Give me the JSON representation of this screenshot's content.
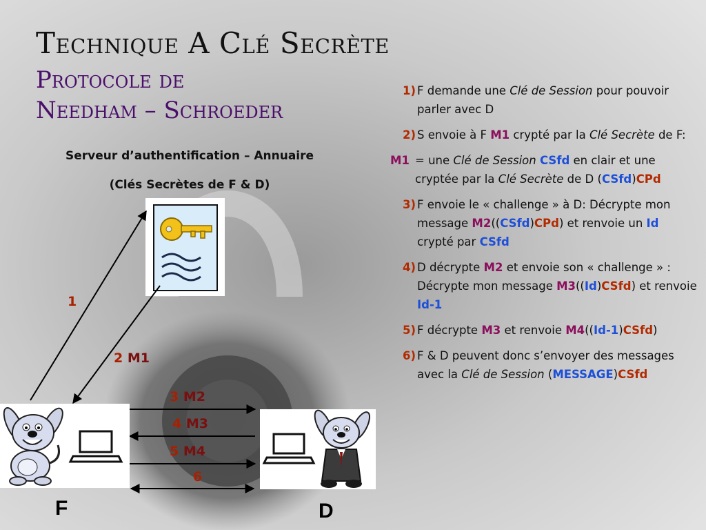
{
  "slide": {
    "title_line1": "Technique A Clé Secrète",
    "title_line2": "Protocole de",
    "title_line3": "Needham – Schroeder"
  },
  "server": {
    "label_line1": "Serveur d’authentification – Annuaire",
    "label_line2": "(Clés Secrètes de F & D)",
    "icon": "key-document-icon"
  },
  "diagram": {
    "arrow1_label": "1",
    "arrow2_num": "2",
    "arrow2_msg": "M1",
    "msg3_num": "3",
    "msg3": "M2",
    "msg4_num": "4",
    "msg4": "M3",
    "msg5_num": "5",
    "msg5": "M4",
    "msg6": "6",
    "left_party": "F",
    "right_party": "D"
  },
  "steps": [
    {
      "num": "1)",
      "parts": [
        {
          "t": "F demande une "
        },
        {
          "t": "Clé de Session",
          "c": "it"
        },
        {
          "t": " pour pouvoir parler avec D"
        }
      ]
    },
    {
      "num": "2)",
      "parts": [
        {
          "t": "S envoie à F "
        },
        {
          "t": "M1",
          "c": "r"
        },
        {
          "t": " crypté par la "
        },
        {
          "t": "Clé Secrète",
          "c": "it"
        },
        {
          "t": " de F:"
        }
      ]
    },
    {
      "num": "M1",
      "parts": [
        {
          "t": " = une "
        },
        {
          "t": "Clé de Session",
          "c": "it"
        },
        {
          "t": " "
        },
        {
          "t": "CSfd",
          "c": "bl"
        },
        {
          "t": " en clair et une cryptée par la "
        },
        {
          "t": "Clé Secrète",
          "c": "it"
        },
        {
          "t": " de D ("
        },
        {
          "t": "CSfd",
          "c": "bl"
        },
        {
          "t": ")"
        },
        {
          "t": "CPd",
          "c": "or"
        }
      ]
    },
    {
      "num": "3)",
      "parts": [
        {
          "t": "F envoie le « challenge » à D: Décrypte mon message "
        },
        {
          "t": "M2",
          "c": "r"
        },
        {
          "t": "(("
        },
        {
          "t": "CSfd",
          "c": "bl"
        },
        {
          "t": ")"
        },
        {
          "t": "CPd",
          "c": "or"
        },
        {
          "t": ") et renvoie un "
        },
        {
          "t": "Id",
          "c": "bl"
        },
        {
          "t": " crypté par "
        },
        {
          "t": "CSfd",
          "c": "bl"
        }
      ]
    },
    {
      "num": "4)",
      "parts": [
        {
          "t": "D décrypte "
        },
        {
          "t": "M2",
          "c": "r"
        },
        {
          "t": " et envoie son « challenge » : Décrypte mon message "
        },
        {
          "t": "M3",
          "c": "r"
        },
        {
          "t": "(("
        },
        {
          "t": "Id",
          "c": "bl"
        },
        {
          "t": ")"
        },
        {
          "t": "CSfd",
          "c": "or"
        },
        {
          "t": ") et renvoie "
        },
        {
          "t": "Id-1",
          "c": "bl"
        }
      ]
    },
    {
      "num": "5)",
      "parts": [
        {
          "t": "F décrypte "
        },
        {
          "t": "M3",
          "c": "r"
        },
        {
          "t": " et renvoie "
        },
        {
          "t": "M4",
          "c": "r"
        },
        {
          "t": "(("
        },
        {
          "t": "Id-1",
          "c": "bl"
        },
        {
          "t": ")"
        },
        {
          "t": "CSfd",
          "c": "or"
        },
        {
          "t": ")"
        }
      ]
    },
    {
      "num": "6)",
      "parts": [
        {
          "t": "F & D peuvent donc s’envoyer des messages avec la "
        },
        {
          "t": "Clé de Session",
          "c": "it"
        },
        {
          "t": " ("
        },
        {
          "t": "MESSAGE",
          "c": "bl"
        },
        {
          "t": ")"
        },
        {
          "t": "CSfd",
          "c": "or"
        }
      ]
    }
  ],
  "colors": {
    "title_purple": "#4a0f6b",
    "step_number": "#b22a00",
    "message_red": "#8b0f5c",
    "key_blue": "#1d4fd8",
    "private_orange": "#b22a00",
    "key_yellow": "#f2c21b"
  }
}
